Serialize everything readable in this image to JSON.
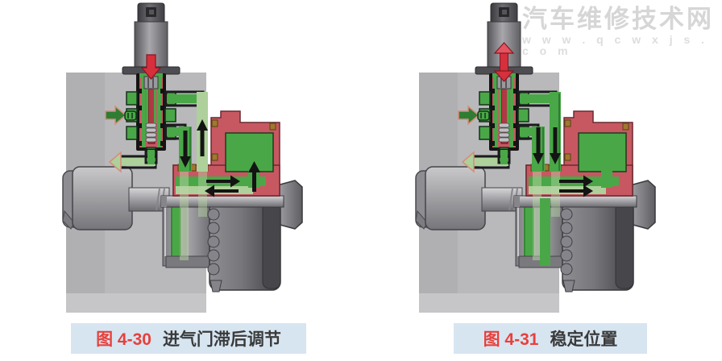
{
  "watermark": {
    "line1": "汽车维修技术网",
    "line2": "w w w . q c w x j s . c o m"
  },
  "figures": {
    "left": {
      "label": "图 4-30",
      "title": "进气门滞后调节"
    },
    "right": {
      "label": "图 4-31",
      "title": "稳定位置"
    }
  },
  "diagram_notes": {
    "left": {
      "solenoid_arrow": "down",
      "supply_vertical": "bright-green down-arrow",
      "return_vertical": "pale-green up-arrow",
      "pump_passages": "right-arrow and left-arrow",
      "chamber": "filled green, up-arrow inlet"
    },
    "right": {
      "solenoid_arrow": "double up-down",
      "feed_verticals": "two bright-green down-arrows",
      "pump_passages": "two right-arrows",
      "chamber": "filled green"
    }
  },
  "palette": {
    "blockGray": "#b9b9bc",
    "blockGrayDark": "#b0b0b3",
    "blockGrayLight": "#c6c6c9",
    "green": "#4aa747",
    "greenDark": "#2e7d32",
    "greenPale": "#aed09a",
    "housingRed": "#c75862",
    "arrowRed": "#d5303c",
    "fittingBrown": "#a07830",
    "captionBg": "#d7e5f1",
    "captionRed": "#e8403c",
    "captionText": "#3a3a3a",
    "watermark": "#d6d6d6",
    "watermark2": "#dddddd"
  }
}
